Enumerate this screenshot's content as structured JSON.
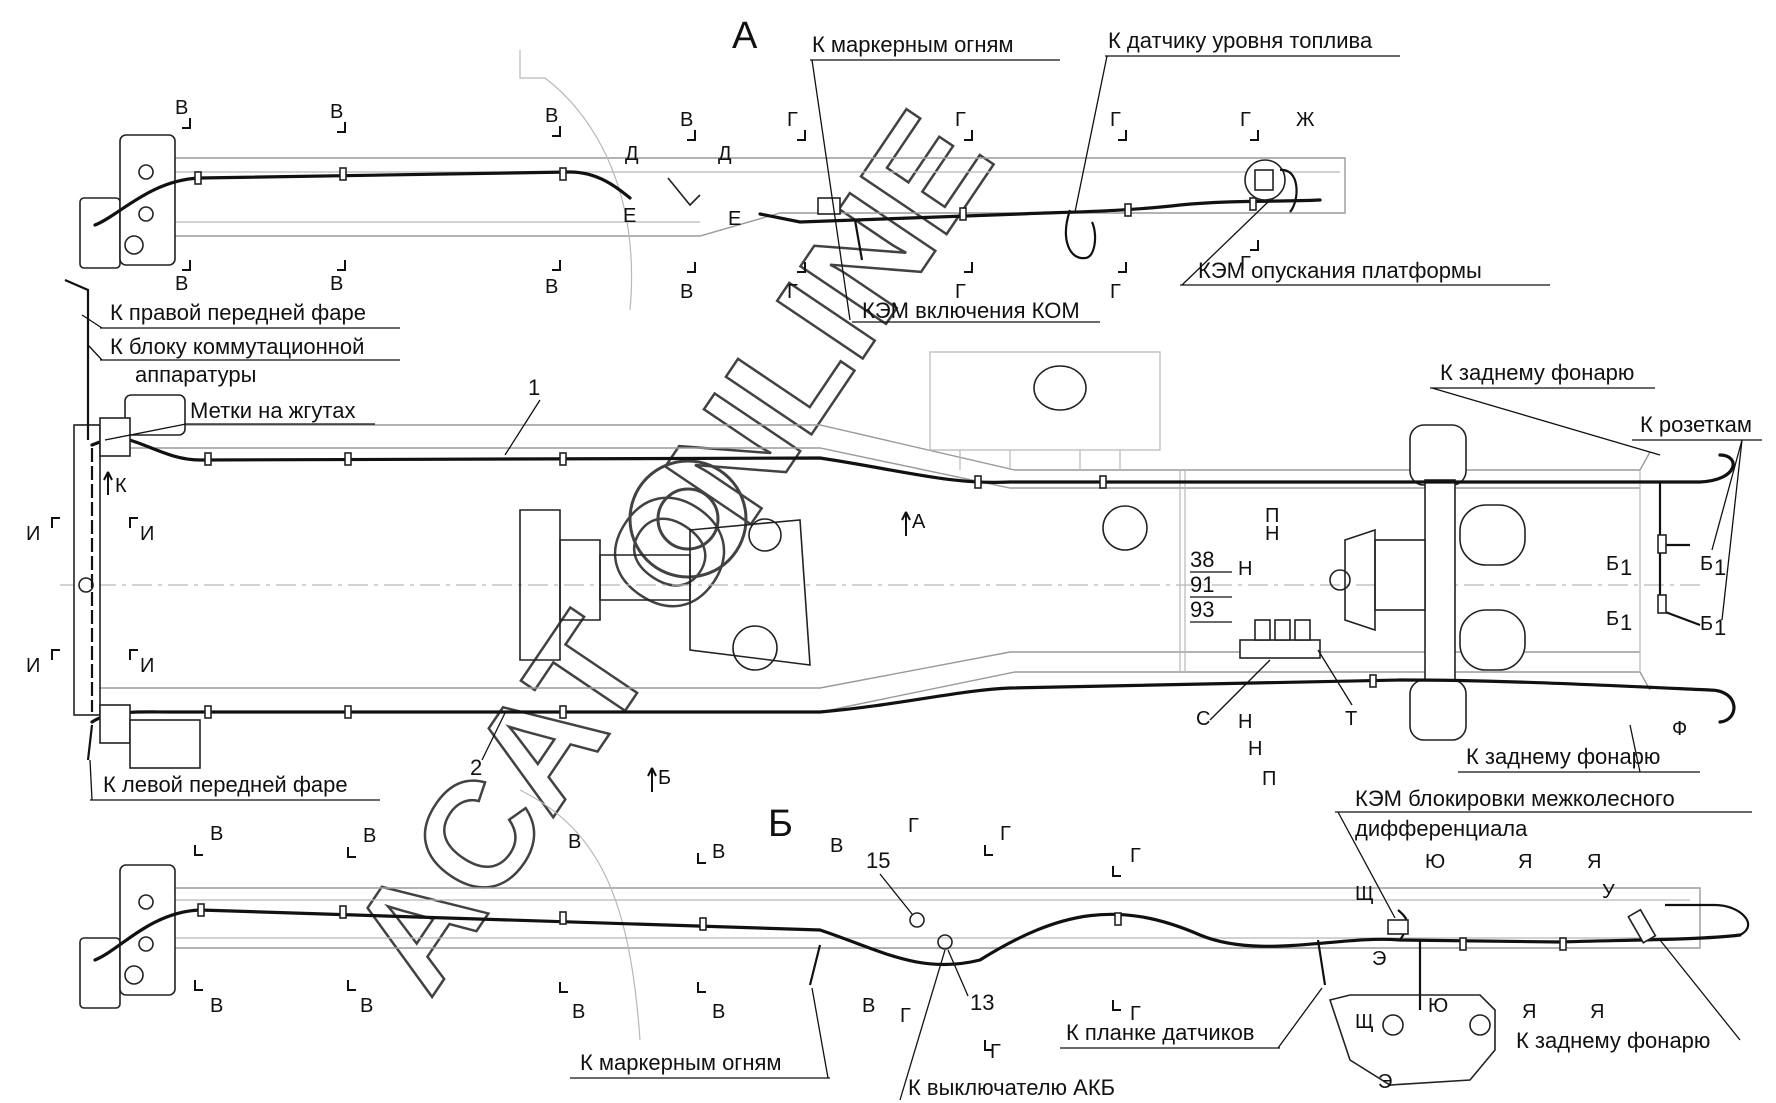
{
  "views": {
    "a_title": "А",
    "b_title": "Б",
    "view_a_arrow": "А",
    "view_b_arrow": "Б"
  },
  "callouts": {
    "marker_lights_top": "К маркерным огням",
    "fuel_sensor": "К датчику уровня топлива",
    "kem_kom": "КЭМ включения КОМ",
    "kem_platform": "КЭМ опускания платформы",
    "right_headlight": "К правой передней фаре",
    "switch_block_1": "К блоку коммутационной",
    "switch_block_2": "аппаратуры",
    "harness_marks": "Метки на жгутах",
    "rear_lamp_top": "К заднему фонарю",
    "sockets": "К розеткам",
    "left_headlight": "К левой передней фаре",
    "rear_lamp_mid": "К заднему фонарю",
    "kem_diff_1": "КЭМ блокировки межколесного",
    "kem_diff_2": "дифференциала",
    "sensor_bar": "К планке датчиков",
    "rear_lamp_bottom": "К заднему фонарю",
    "marker_lights_bottom": "К маркерным огням",
    "battery_switch": "К выключателю АКБ"
  },
  "positions": {
    "p1": "1",
    "p2": "2",
    "p13": "13",
    "p15": "15",
    "p38": "38",
    "p91": "91",
    "p93": "93"
  },
  "section_letters": {
    "V": "В",
    "G": "Г",
    "D": "Д",
    "E": "Е",
    "Zh": "Ж",
    "I": "И",
    "K": "К",
    "N": "Н",
    "P": "П",
    "S": "С",
    "T": "Т",
    "F": "Ф",
    "B1": "Б",
    "sub1": "1",
    "Shch": "Щ",
    "Yu": "Ю",
    "Ya": "Я",
    "U": "У",
    "Ee": "Э"
  },
  "watermark": "ACAT ONLINE"
}
